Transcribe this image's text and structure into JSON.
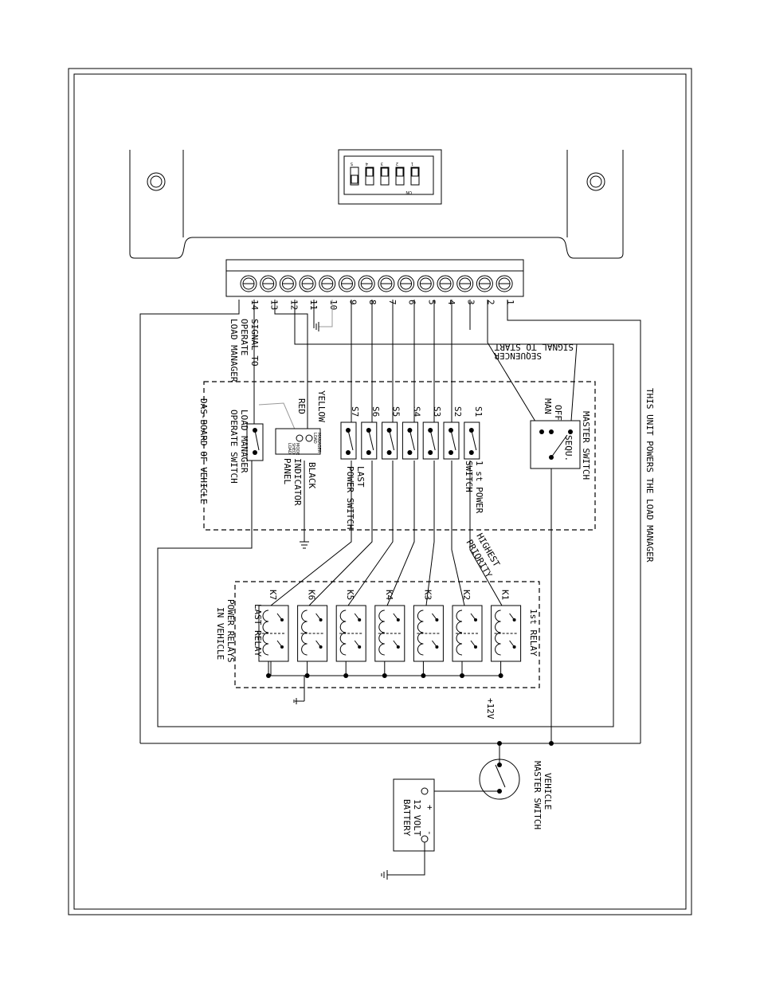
{
  "terminal_numbers": [
    "14",
    "13",
    "12",
    "11",
    "10",
    "9",
    "8",
    "7",
    "6",
    "5",
    "4",
    "3",
    "2",
    "1"
  ],
  "dip_switch": {
    "numbers": [
      "5",
      "4",
      "3",
      "2",
      "1"
    ],
    "on_label": "ON"
  },
  "labels": {
    "signal_operate": [
      "SIGNAL TO",
      "OPERATE",
      "LOAD MANAGER"
    ],
    "signal_start": [
      "SIGNAL TO START",
      "SEQUENCER"
    ],
    "unit_powers": "THIS UNIT POWERS THE LOAD MANAGER",
    "red": "RED",
    "yellow": "YELLOW",
    "black": "BLACK",
    "dashboard": "DAS-BOARD OF VEHICLE",
    "lm_switch": [
      "LOAD MANAGER",
      "OPERATE SWITCH"
    ],
    "indicator": [
      "INDICATOR",
      "PANEL"
    ],
    "indicator_small": [
      "LOAD",
      "MANAGER",
      "LOAD",
      "SHED",
      "MODE",
      "LOAD",
      "SHED"
    ],
    "last_power": [
      "LAST",
      "POWER SWITCH"
    ],
    "first_power": [
      "1 st POWER",
      "SWITCH"
    ],
    "master_switch": "MASTER SWITCH",
    "master_positions": [
      "MAN",
      "OFF",
      "SEQU."
    ],
    "highest_priority": [
      "HIGHEST",
      "PRIORITY"
    ],
    "power_relays": [
      "POWER RELAYS",
      "IN VEHICLE"
    ],
    "last_relay": "LAST RELAY",
    "first_relay": "1st RELAY",
    "plus12v": "+12V",
    "vehicle_master": [
      "VEHICLE",
      "MASTER SWITCH"
    ],
    "battery": [
      "12 VOLT",
      "BATTERY"
    ],
    "plus": "+",
    "minus": "-"
  },
  "switches": [
    "S7",
    "S6",
    "S5",
    "S4",
    "S3",
    "S2",
    "S1"
  ],
  "relays": [
    "K7",
    "K6",
    "K5",
    "K4",
    "K3",
    "K2",
    "K1"
  ]
}
